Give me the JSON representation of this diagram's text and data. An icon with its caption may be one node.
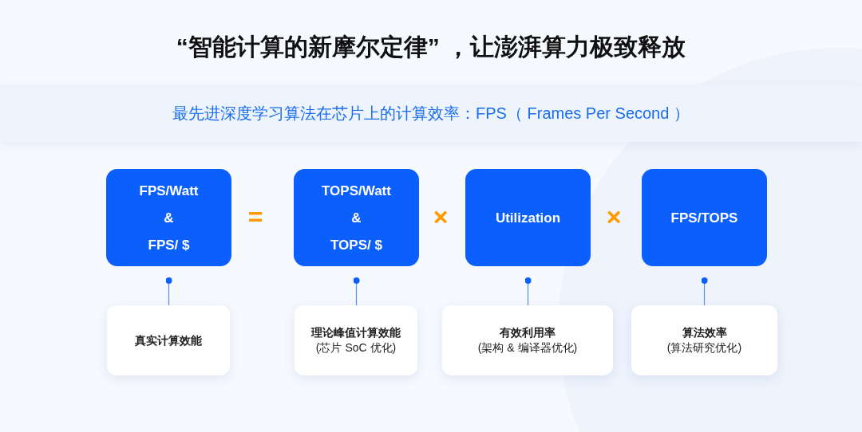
{
  "diagram": {
    "title": "“智能计算的新摩尔定律” ，让澎湃算力极致释放",
    "nodes": [
      {
        "text": [
          "最先进深度学习算法在芯片上的计算效率：FPS（ Frames Per Second ）"
        ]
      },
      {
        "text": [
          "FPS/Watt",
          "&",
          "FPS/ $"
        ]
      },
      {
        "text": [
          "TOPS/Watt",
          "&",
          "TOPS/ $"
        ]
      },
      {
        "text": [
          "Utilization"
        ]
      },
      {
        "text": [
          "FPS/TOPS"
        ]
      },
      {
        "text": [
          "真实计算效能"
        ]
      },
      {
        "text": [
          "理论峰值计算效能",
          "(芯片 SoC 优化)"
        ]
      },
      {
        "text": [
          "有效利用率",
          "(架构 & 编译器优化)"
        ]
      },
      {
        "text": [
          "算法效率",
          "(算法研究优化)"
        ]
      }
    ],
    "edges": [
      {
        "from": 1,
        "to": 5,
        "arrow": "other"
      },
      {
        "from": 2,
        "to": 6,
        "arrow": "other"
      },
      {
        "from": 3,
        "to": 7,
        "arrow": "other"
      },
      {
        "from": 4,
        "to": 8,
        "arrow": "other"
      }
    ],
    "labels": [
      "=",
      "×",
      "×"
    ]
  }
}
